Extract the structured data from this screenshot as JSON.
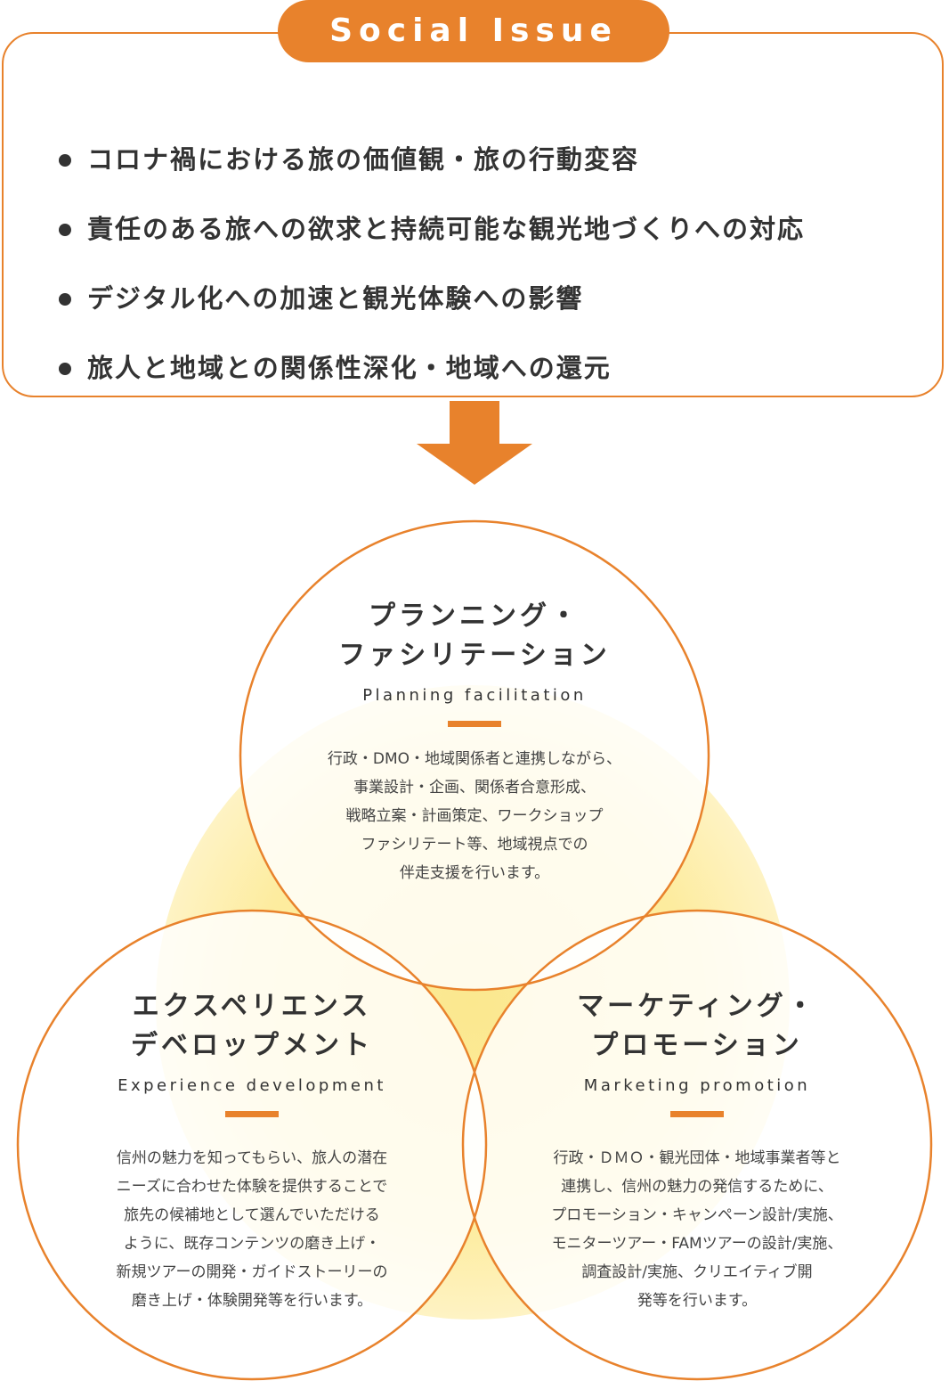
{
  "social_issue": {
    "title": "Social Issue",
    "items": [
      "コロナ禍における旅の価値観・旅の行動変容",
      "責任のある旅への欲求と持続可能な観光地づくりへの対応",
      "デジタル化への加速と観光体験への影響",
      "旅人と地域との関係性深化・地域への還元"
    ]
  },
  "circles": {
    "planning": {
      "title_lines": [
        "プランニング・",
        "ファシリテーション"
      ],
      "en": "Planning facilitation",
      "desc_lines": [
        "行政・DMO・地域関係者と連携しながら、",
        "事業設計・企画、関係者合意形成、",
        "戦略立案・計画策定、ワークショップ",
        "ファシリテート等、地域視点での",
        "伴走支援を行います。"
      ]
    },
    "experience": {
      "title_lines": [
        "エクスペリエンス",
        "デベロップメント"
      ],
      "en": "Experience development",
      "desc_lines": [
        "信州の魅力を知ってもらい、旅人の潜在",
        "ニーズに合わせた体験を提供することで",
        "旅先の候補地として選んでいただける",
        "ように、既存コンテンツの磨き上げ・",
        "新規ツアーの開発・ガイドストーリーの",
        "磨き上げ・体験開発等を行います。"
      ]
    },
    "marketing": {
      "title_lines": [
        "マーケティング・",
        "プロモーション"
      ],
      "en": "Marketing promotion",
      "desc_lines": [
        "行政・ＤＭＯ・観光団体・地域事業者等と",
        "連携し、信州の魅力の発信するために、",
        "プロモーション・キャンペーン設計/実施、",
        "モニターツアー・FAMツアーの設計/実施、",
        "調査設計/実施、クリエイティブ開",
        "発等を行います。"
      ]
    }
  },
  "colors": {
    "accent": "#e8822c",
    "yellow_glow": "#fdeea6",
    "text": "#333333"
  }
}
